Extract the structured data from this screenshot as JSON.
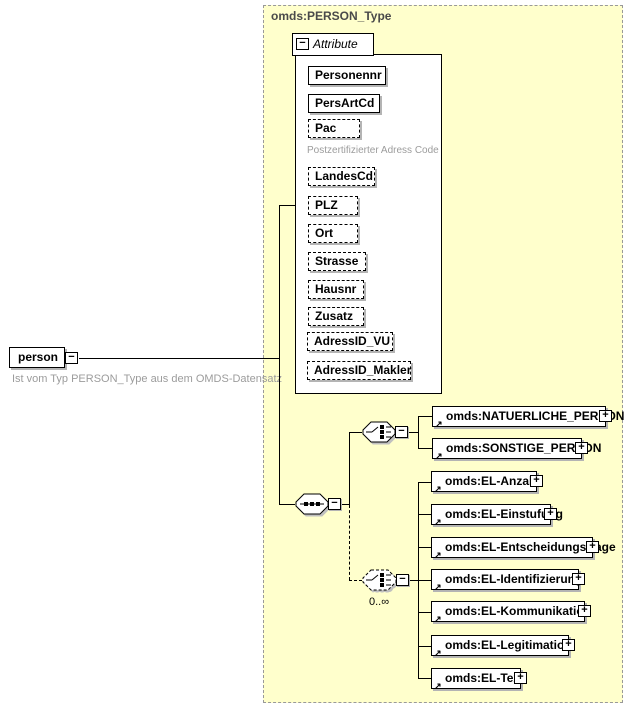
{
  "icons": {
    "collapse": "−",
    "expand": "+",
    "ref_arrow": "↗"
  },
  "colors": {
    "type_background": "#ffffcc",
    "box_background": "#ffffff",
    "border": "#000000",
    "shadow": "#b4b4b4",
    "annotation_text": "#9c9c9c",
    "dashed_frame": "#999999"
  },
  "root_element": {
    "label": "person",
    "annotation": "Ist vom Typ PERSON_Type aus dem OMDS-Datensatz"
  },
  "type": {
    "title": "omds:PERSON_Type",
    "attributes_tab_label": "Attribute",
    "attributes": [
      {
        "name": "Personennr"
      },
      {
        "name": "PersArtCd"
      },
      {
        "name": "Pac",
        "annotation": "Postzertifizierter Adress Code"
      },
      {
        "name": "LandesCd"
      },
      {
        "name": "PLZ"
      },
      {
        "name": "Ort"
      },
      {
        "name": "Strasse"
      },
      {
        "name": "Hausnr"
      },
      {
        "name": "Zusatz"
      },
      {
        "name": "AdressID_VU"
      },
      {
        "name": "AdressID_Makler"
      }
    ]
  },
  "content": {
    "person_choice": {
      "elements": [
        {
          "name": "omds:NATUERLICHE_PERSON"
        },
        {
          "name": "omds:SONSTIGE_PERSON"
        }
      ]
    },
    "el_choice": {
      "cardinality": "0..∞",
      "elements": [
        {
          "name": "omds:EL-Anzahl"
        },
        {
          "name": "omds:EL-Einstufung"
        },
        {
          "name": "omds:EL-Entscheidungsfrage"
        },
        {
          "name": "omds:EL-Identifizierung"
        },
        {
          "name": "omds:EL-Kommunikation"
        },
        {
          "name": "omds:EL-Legitimation"
        },
        {
          "name": "omds:EL-Text"
        }
      ]
    }
  }
}
